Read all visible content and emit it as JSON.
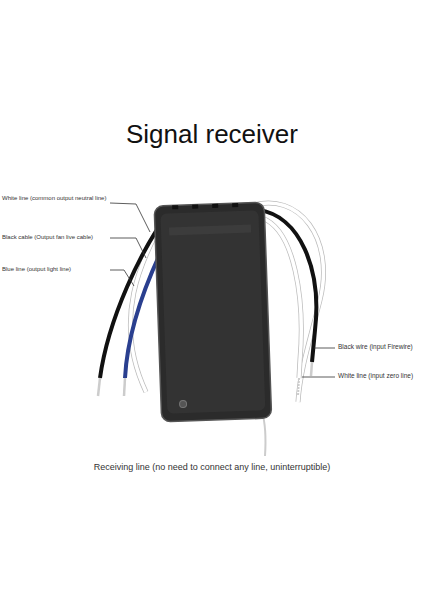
{
  "diagram": {
    "title": "Signal receiver",
    "labels": [
      "White line (common output neutral line)",
      "Black cable (Output fan live cable)",
      "Blue line (output light line)",
      "Black wire (input Firewire)",
      "White line (input zero line)",
      "Receiving line (no need to connect any line, uninterruptible)"
    ]
  }
}
